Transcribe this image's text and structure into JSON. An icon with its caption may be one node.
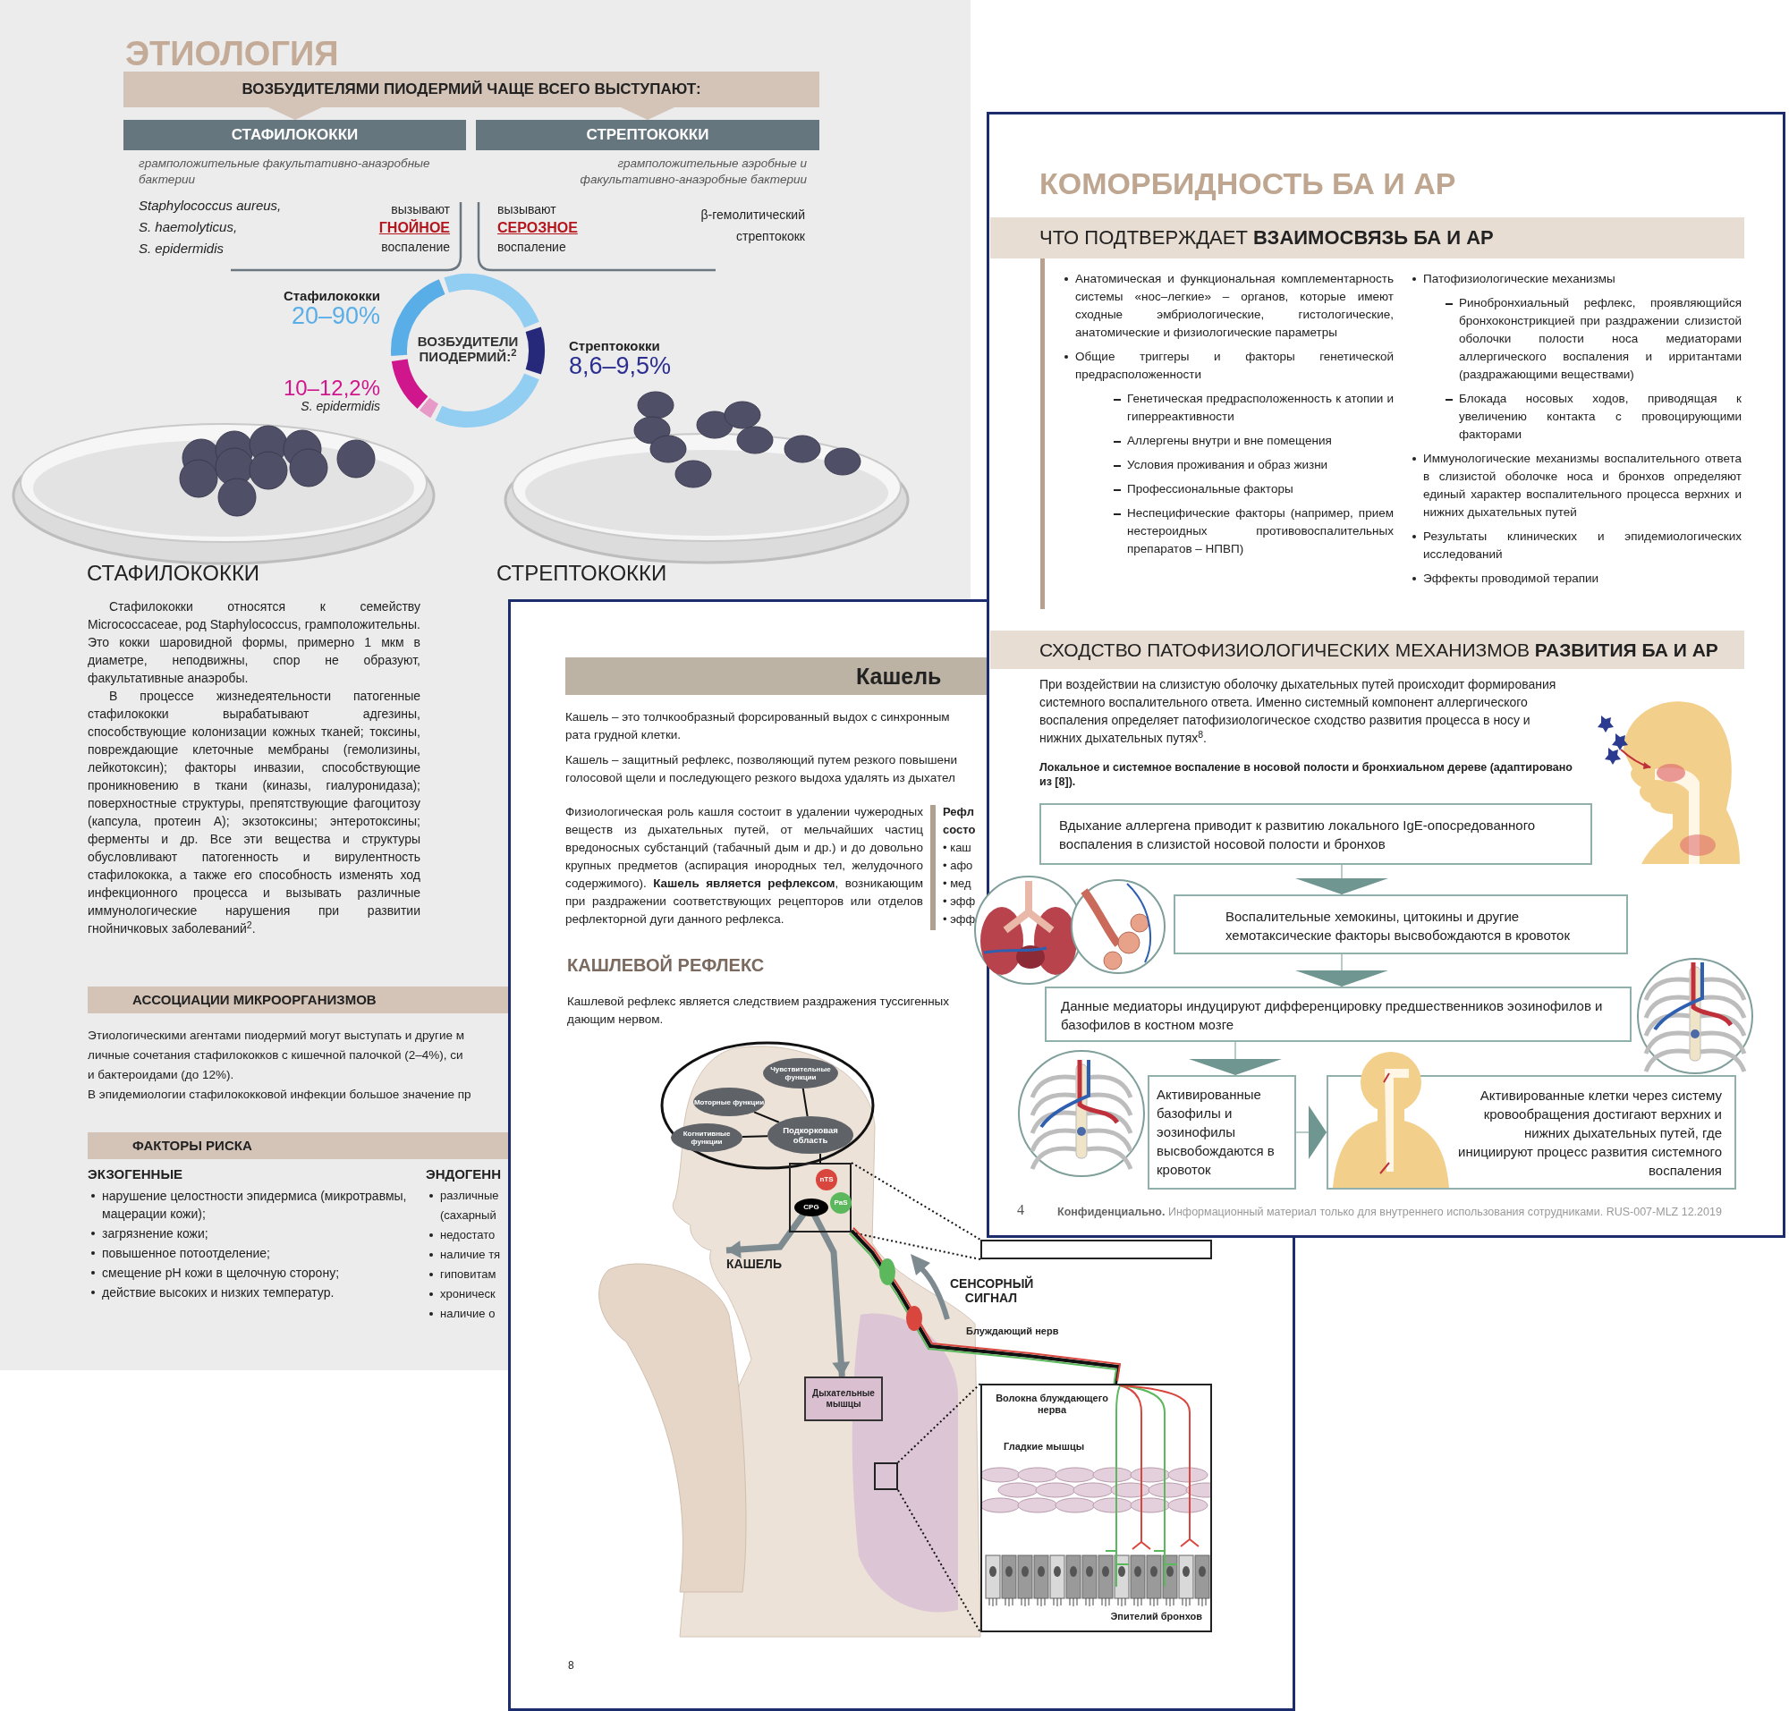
{
  "diagram": {
    "nodes": [
      {
        "text": [
          "ВОЗБУДИТЕЛЯМИ ПИОДЕРМИЙ ЧАЩЕ ВСЕГО ВЫСТУПАЮТ:"
        ]
      },
      {
        "text": [
          "СТАФИЛОКОККИ"
        ],
        "beside": [
          "грамположительные факультативно-анаэробные бактерии"
        ]
      },
      {
        "text": [
          "СТРЕПТОКОККИ"
        ],
        "beside": [
          "грамположительные аэробные и факультативно-анаэробные бактерии"
        ]
      },
      {
        "text": [
          "ВОЗБУДИТЕЛИ ПИОДЕРМИЙ:$^{2}$"
        ],
        "beside": [
          "Стафилококки",
          "20–90%",
          "Стрептококки",
          "8,6–9,5%",
          "10–12,2%",
          "S. epidermidis"
        ]
      },
      {
        "text": [
          "Чувствительные функции"
        ]
      },
      {
        "text": [
          "Моторные функции"
        ]
      },
      {
        "text": [
          "Когнитивные функции"
        ]
      },
      {
        "text": [
          "Подкорковая область"
        ]
      },
      {
        "text": [],
        "shape": "box"
      },
      {
        "text": [
          "nTS"
        ],
        "in": 8
      },
      {
        "text": [
          "PaS"
        ],
        "in": 8
      },
      {
        "text": [
          "CPG"
        ],
        "in": 8
      },
      {
        "text": [
          "Дыхательные мышцы"
        ]
      },
      {
        "text": [],
        "shape": "box"
      },
      {
        "text": [],
        "shape": "box"
      },
      {
        "text": [
          "Волокна блуждающего нерва",
          "Гладкие мышцы",
          "Эпителий бронхов"
        ]
      },
      {
        "text": [
          "Вдыхание аллергена приводит к развитию локального IgE-опосредованного воспаления в слизистой носовой полости и бронхов"
        ]
      },
      {
        "text": [
          "Воспалительные хемокины, цитокины и другие хемотаксические факторы высвобождаются в кровоток"
        ]
      },
      {
        "text": [
          "Данные медиаторы индуцируют дифференцировку предшественников эозинофилов и базофилов в костном мозге"
        ]
      },
      {
        "text": [
          "Активированные базофилы и эозинофилы высвобождаются в кровоток"
        ]
      },
      {
        "text": [
          "Активированные клетки через систему кровообращения достигают верхних и нижних дыхательных путей, где инициируют процесс развития системного воспаления"
        ]
      }
    ],
    "edges": [
      {
        "from": 0,
        "to": 1,
        "arrow": "to",
        "color": "#d4c4b8"
      },
      {
        "from": 0,
        "to": 2,
        "arrow": "to",
        "color": "#d4c4b8"
      },
      {
        "from": 4,
        "to": 7,
        "arrow": "none"
      },
      {
        "from": 5,
        "to": 7,
        "arrow": "none"
      },
      {
        "from": 6,
        "to": 7,
        "arrow": "none"
      },
      {
        "from": 7,
        "to": 8,
        "arrow": "none"
      },
      {
        "from": 11,
        "to": null,
        "arrow": "to",
        "label": "КАШЕЛЬ",
        "style": "thick",
        "color": "#7d8a90"
      },
      {
        "from": 11,
        "to": 12,
        "arrow": "to",
        "style": "thick",
        "color": "#7d8a90"
      },
      {
        "from": 8,
        "to": 13,
        "arrow": "none",
        "style": "dashed"
      },
      {
        "from": 8,
        "to": 13,
        "arrow": "none",
        "style": "dashed"
      },
      {
        "from": 14,
        "to": 15,
        "arrow": "none",
        "style": "dashed"
      },
      {
        "from": 14,
        "to": 15,
        "arrow": "none",
        "style": "dashed"
      },
      {
        "from": 16,
        "to": 17,
        "arrow": "to",
        "color": "#6f9690"
      },
      {
        "from": 17,
        "to": 18,
        "arrow": "to",
        "color": "#6f9690"
      },
      {
        "from": 18,
        "to": 19,
        "arrow": "to",
        "color": "#6f9690"
      },
      {
        "from": 19,
        "to": 20,
        "arrow": "to",
        "color": "#6f9690"
      },
      {
        "from": 8,
        "to": 15,
        "arrow": "none"
      }
    ],
    "labels": [
      "ЭТИОЛОГИЯ",
      "Staphylococcus aureus,",
      "S. haemolyticus,",
      "S. epidermidis",
      "вызывают",
      "ГНОЙНОЕ",
      "воспаление",
      "вызывают",
      "СЕРОЗНОЕ",
      "воспаление",
      "β-гемолитический стрептококк",
      "СТАФИЛОКОККИ",
      "СТРЕПТОКОККИ",
      "Стафилококки относятся к семейству Micrococcaceae, род Staphylococcus, грамположительны. Это кокки шаровидной формы, примерно 1 мкм в диаметре, неподвижны, спор не образуют, факультативные анаэробы.",
      "В процессе жизнедеятельности патогенные стафилококки вырабатывают адгезины, способствующие колонизации кожных тканей; токсины, повреждающие клеточные мембраны (гемолизины, лейкотоксин); факторы инвазии, способствующие проникновению в ткани (киназы, гиалуронидаза); поверхностные структуры, препятствующие фагоцитозу (капсула, протеин А); экзотоксины; энтеротоксины; ферменты и др. Все эти вещества и структуры обусловливают патогенность и вирулентность стафилококка, а также его способность изменять ход инфекционного процесса и вызывать различные иммунологические нарушения при развитии гнойничковых заболеваний$^{2}$.",
      "АССОЦИАЦИИ МИКРООРГАНИЗМОВ",
      "Этиологическими агентами пиодермий могут выступать и другие м",
      "личные сочетания стафилококков с кишечной палочкой (2–4%), си",
      "и бактероидами (до 12%).",
      "В эпидемиологии стафилококковой инфекции большое значение пр",
      "ФАКТОРЫ РИСКА",
      "ЭКЗОГЕННЫЕ",
      "нарушение целостности эпидермиса (микротравмы, мацерации кожи);",
      "загрязнение кожи;",
      "повышенное потоотделение;",
      "смещение pH кожи в щелочную сторону;",
      "действие высоких и низких температур.",
      "ЭНДОГЕНН",
      "различные",
      "(сахарный",
      "недостато",
      "наличие тя",
      "гиповитам",
      "хроническ",
      "наличие о",
      "Кашель",
      "Кашель – это толчкообразный форсированный выдох с синхронным",
      "рата грудной клетки.",
      "Кашель – защитный рефлекс, позволяющий путем резкого повышени",
      "голосовой щели и последующего резкого выдоха удалять из дыхател",
      "Физиологическая роль кашля состоит в удалении чужеродных веществ из дыхательных путей, от мельчайших частиц вредоносных субстанций (табачный дым и др.) и до довольно крупных предметов (аспирация инородных тел, желудочного содержимого). **Кашель является рефлексом**, возникающим при раздражении соответствующих рецепторов или отделов рефлекторной дуги данного рефлекса.",
      "Рефл",
      "состо",
      "• каш",
      "• афо",
      "• мед",
      "• эфф",
      "• эфф",
      "КАШЛЕВОЙ РЕФЛЕКС",
      "Кашлевой рефлекс является следствием раздражения туссигенных",
      "дающим нервом.",
      "СЕНСОРНЫЙ СИГНАЛ",
      "Блуждающий нерв",
      "8",
      "КОМОРБИДНОСТЬ БА И АР",
      "ЧТО ПОДТВЕРЖДАЕТ **ВЗАИМОСВЯЗЬ БА И АР**",
      "Анатомическая и функциональная комплементарность системы «нос–легкие» – органов, которые имеют сходные эмбриологические, гистологические, анатомические и физиологические параметры",
      "Общие триггеры и факторы генетической предрасположенности",
      "Генетическая предрасположенность к атопии и гиперреактивности",
      "Аллергены внутри и вне помещения",
      "Условия проживания и образ жизни",
      "Профессиональные факторы",
      "Неспецифические факторы (например, прием нестероидных противовоспалительных препаратов – НПВП)",
      "Патофизиологические механизмы",
      "Ринобронхиальный рефлекс, проявляющийся бронхоконстрикцией при раздражении слизистой оболочки полости носа медиаторами аллергического воспаления и ирритантами (раздражающими веществами)",
      "Блокада носовых ходов, приводящая к увеличению контакта с провоцирующими факторами",
      "Иммунологические механизмы воспалительного ответа в слизистой оболочке носа и бронхов определяют единый характер воспалительного процесса верхних и нижних дыхательных путей",
      "Результаты клинических и эпидемиологических исследований",
      "Эффекты проводимой терапии",
      "СХОДСТВО ПАТОФИЗИОЛОГИЧЕСКИХ МЕХАНИЗМОВ **РАЗВИТИЯ БА И АР**",
      "При воздействии на слизистую оболочку дыхательных путей происходит формирования системного воспалительного ответа. Именно системный компонент аллергического воспаления определяет патофизиологическое сходство развития процесса в носу и нижних дыхательных путях$^{8}$.",
      "Локальное и системное воспаление в носовой полости и бронхиальном дереве (адаптировано из [8]).",
      "4",
      "**Конфиденциально.** Информационный материал только для внутреннего использования сотрудниками. RUS-007-MLZ 12.2019"
    ]
  }
}
